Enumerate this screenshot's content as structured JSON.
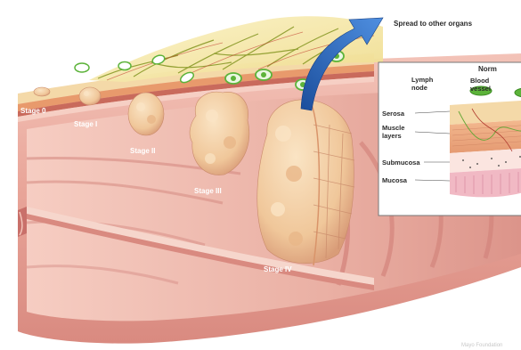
{
  "figure": {
    "spread_label": "Spread to other organs",
    "stages": [
      "Stage 0",
      "Stage I",
      "Stage II",
      "Stage III",
      "Stage IV"
    ],
    "inset": {
      "title": "Norm",
      "lymph_label_line1": "Lymph",
      "lymph_label_line2": "node",
      "vessel_label_line1": "Blood",
      "vessel_label_line2": "vessel",
      "layers": {
        "serosa": "Serosa",
        "muscle_line1": "Muscle",
        "muscle_line2": "layers",
        "submucosa": "Submucosa",
        "mucosa": "Mucosa"
      }
    },
    "credit": "Mayo Foundation",
    "colors": {
      "tissue": "#e9a69a",
      "tissue_dark": "#c9706a",
      "fat": "#f3e6a6",
      "lymph": "#5cb33a",
      "arrow": "#2a63b8",
      "tumor": "#f0c79a"
    }
  }
}
